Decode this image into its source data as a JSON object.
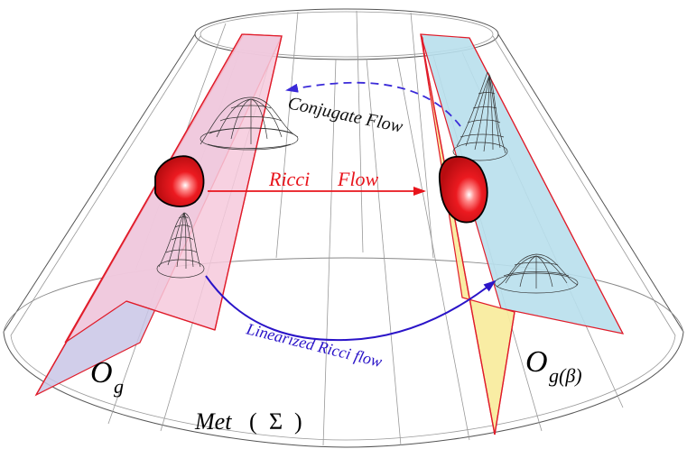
{
  "labels": {
    "ricci_flow_a": "Ricci",
    "ricci_flow_b": "Flow",
    "conjugate_flow": "Conjugate Flow",
    "linearized_flow": "Linearized Ricci flow",
    "orbit_left_main": "O",
    "orbit_left_sub": "g",
    "orbit_right_main": "O",
    "orbit_right_sub": "g(β)",
    "met_a": "Met",
    "met_open": "(",
    "met_sigma": "Σ",
    "met_close": ")"
  },
  "colors": {
    "ricci_arrow": "#e8141c",
    "linearized_arrow": "#2a14c8",
    "conjugate_arrow": "#3a2ad8",
    "left_plane_front": "#f6c9dc",
    "left_plane_back": "#c9c6e6",
    "right_plane_yellow": "#f8eb9c",
    "right_plane_blue": "#b8dfec",
    "plane_edge": "#e01c2a",
    "blob": "#e0141c"
  }
}
